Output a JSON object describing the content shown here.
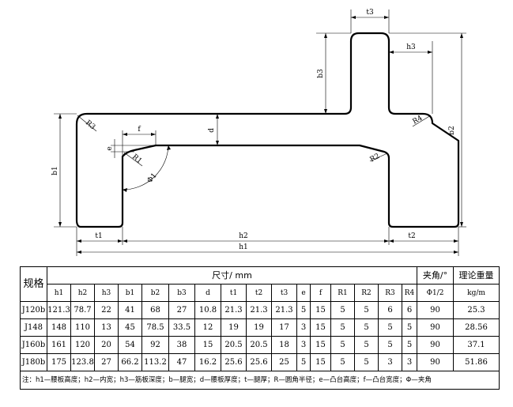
{
  "drawing": {
    "labels": {
      "t3": "t3",
      "h3": "h3",
      "b3": "b3",
      "b2": "b2",
      "b1": "b1",
      "R3": "R3",
      "R4": "R4",
      "R1": "R1",
      "R2": "R2",
      "f": "f",
      "e": "e",
      "d": "d",
      "phi1": "Φ1",
      "t1": "t1",
      "h2": "h2",
      "t2": "t2",
      "h1": "h1"
    }
  },
  "table": {
    "spec_label": "规格",
    "dims_label": "尺寸/ mm",
    "angle_label": "夹角/°",
    "weight_label": "理论重量",
    "columns": [
      "h1",
      "h2",
      "h3",
      "b1",
      "b2",
      "b3",
      "d",
      "t1",
      "t2",
      "t3",
      "e",
      "f",
      "R1",
      "R2",
      "R3",
      "R4"
    ],
    "angle_symbol": "Φ1/2",
    "weight_unit": "kg/m",
    "rows": [
      [
        "J120b",
        "121.3",
        "78.7",
        "22",
        "41",
        "68",
        "27",
        "10.8",
        "21.3",
        "21.3",
        "21.3",
        "5",
        "15",
        "5",
        "5",
        "6",
        "6",
        "90",
        "25.3"
      ],
      [
        "J148",
        "148",
        "110",
        "13",
        "45",
        "78.5",
        "33.5",
        "12",
        "19",
        "19",
        "17",
        "3",
        "15",
        "5",
        "5",
        "5",
        "5",
        "90",
        "28.56"
      ],
      [
        "J160b",
        "161",
        "120",
        "20",
        "54",
        "92",
        "38",
        "15",
        "20.5",
        "20.5",
        "18",
        "3",
        "15",
        "5",
        "5",
        "5",
        "5",
        "90",
        "37.1"
      ],
      [
        "J180b",
        "175",
        "123.8",
        "27",
        "66.2",
        "113.2",
        "47",
        "16.2",
        "25.6",
        "25.6",
        "25",
        "5",
        "15",
        "5",
        "5",
        "3",
        "3",
        "90",
        "51.86"
      ]
    ],
    "note": "注：h1—腰板高度；h2—内宽；h3—筋板深度；b—腿宽；d—腰板厚度；t—腿厚；R—圆角半径；e—凸台高度；f—凸台宽度；Φ—夹角"
  }
}
